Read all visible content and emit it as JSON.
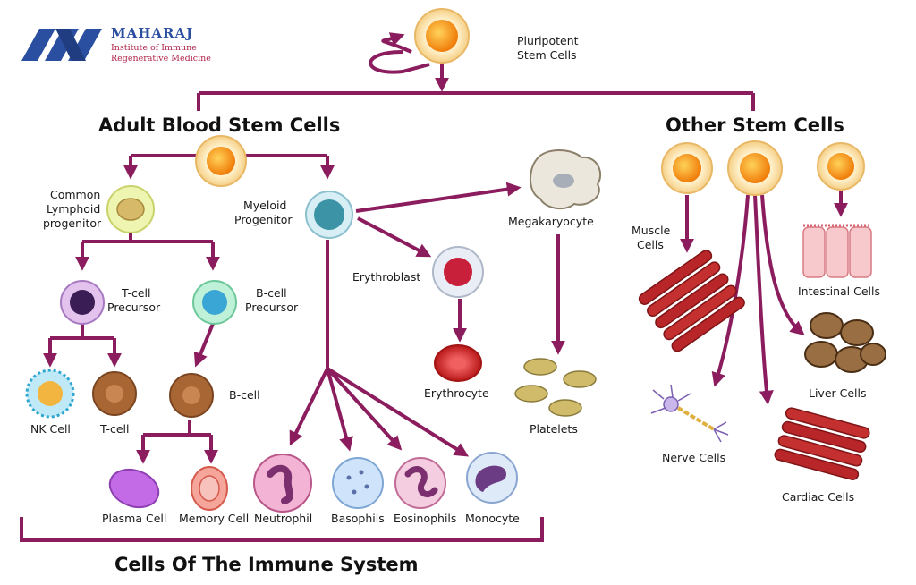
{
  "logo": {
    "name": "MAHARAJ",
    "subtitle_line1": "Institute of Immune",
    "subtitle_line2": "Regenerative Medicine"
  },
  "colors": {
    "connector": "#8b1d5e",
    "stem_cell_outer": "#fbe2a6",
    "stem_cell_core": "#f59a12",
    "brand_blue": "#2b4fa0",
    "brand_red": "#b0234a"
  },
  "headings": {
    "adult_blood": "Adult Blood Stem Cells",
    "other_stem": "Other Stem Cells",
    "immune_system": "Cells Of The Immune System"
  },
  "labels": {
    "pluripotent_1": "Pluripotent",
    "pluripotent_2": "Stem Cells",
    "common_lymphoid_1": "Common",
    "common_lymphoid_2": "Lymphoid",
    "common_lymphoid_3": "progenitor",
    "myeloid_1": "Myeloid",
    "myeloid_2": "Progenitor",
    "megakaryocyte": "Megakaryocyte",
    "erythroblast": "Erythroblast",
    "erythrocyte": "Erythrocyte",
    "platelets": "Platelets",
    "tcell_precursor_1": "T-cell",
    "tcell_precursor_2": "Precursor",
    "bcell_precursor_1": "B-cell",
    "bcell_precursor_2": "Precursor",
    "nk_cell": "NK Cell",
    "t_cell": "T-cell",
    "b_cell": "B-cell",
    "plasma_cell": "Plasma Cell",
    "memory_cell": "Memory Cell",
    "neutrophil": "Neutrophil",
    "basophils": "Basophils",
    "eosinophils": "Eosinophils",
    "monocyte": "Monocyte",
    "muscle_1": "Muscle",
    "muscle_2": "Cells",
    "intestinal": "Intestinal Cells",
    "liver": "Liver Cells",
    "nerve": "Nerve Cells",
    "cardiac": "Cardiac Cells"
  }
}
